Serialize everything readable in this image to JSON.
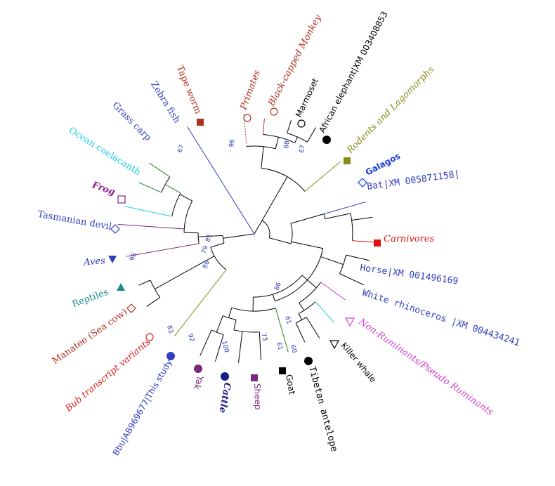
{
  "tree": {
    "taxa": [
      {
        "label": "Primates",
        "color": "#b03020",
        "marker": "circle-open",
        "style": "it"
      },
      {
        "label": "Black-capped Monkey",
        "color": "#b03020",
        "marker": "circle-open",
        "style": "it"
      },
      {
        "label": "Marmoset",
        "color": "#000000",
        "marker": "circle-open",
        "style": "sans"
      },
      {
        "label": "African elephant|XM 003408853",
        "color": "#000000",
        "marker": "circle-filled",
        "style": "sans"
      },
      {
        "label": "Rodents and Lagomorphs",
        "color": "#8a8a1a",
        "marker": "square-filled",
        "style": "it"
      },
      {
        "label": "Galagos",
        "color": "#1a3ae0",
        "marker": "diamond-open",
        "style": "sansb"
      },
      {
        "label": "Bat|XM 005871158|",
        "color": "#2f3fbf",
        "marker": "none",
        "style": "mono"
      },
      {
        "label": "Carnivores",
        "color": "#e01010",
        "marker": "square-filled",
        "style": "it"
      },
      {
        "label": "Horse|XM 001496169",
        "color": "#2f3fbf",
        "marker": "none",
        "style": "mono"
      },
      {
        "label": "White rhinoceros |XM 004434241",
        "color": "#2f3fbf",
        "marker": "none",
        "style": "mono"
      },
      {
        "label": "Non-Ruminants/Pseudo Ruminants",
        "color": "#d040d0",
        "marker": "triangle-open",
        "style": "it"
      },
      {
        "label": "Killer whale",
        "color": "#000000",
        "marker": "triangle-open",
        "style": "sans"
      },
      {
        "label": "Tibetan antelope",
        "color": "#000000",
        "marker": "circle-filled",
        "style": "mono"
      },
      {
        "label": "Goat",
        "color": "#000000",
        "marker": "square-filled",
        "style": "sans"
      },
      {
        "label": "Sheep",
        "color": "#7a2a7a",
        "marker": "square-filled",
        "style": "sans"
      },
      {
        "label": "Cattle",
        "color": "#1a1a8a",
        "marker": "circle-filled",
        "style": "bold"
      },
      {
        "label": "Yak",
        "color": "#7a2a7a",
        "marker": "circle-filled",
        "style": "sans"
      },
      {
        "label": "Bbu|AB969677|This study",
        "color": "#2f3fbf",
        "marker": "circle-filled",
        "style": "sans"
      },
      {
        "label": "Bub transcript variants",
        "color": "#e02020",
        "marker": "circle-open",
        "style": "it"
      },
      {
        "label": "Manatee (Sea cow)",
        "color": "#b03020",
        "marker": "diamond-open",
        "style": "serif"
      },
      {
        "label": "Reptiles",
        "color": "#1a8a8a",
        "marker": "triangle-filled",
        "style": "serif"
      },
      {
        "label": "Aves",
        "color": "#2f3fbf",
        "marker": "triangle-down-filled",
        "style": "it"
      },
      {
        "label": "Tasmanian devil",
        "color": "#2f3fbf",
        "marker": "diamond-open",
        "style": "serif"
      },
      {
        "label": "Frog",
        "color": "#8a1a8a",
        "marker": "square-open",
        "style": "bold"
      },
      {
        "label": "Ocean coelacanth",
        "color": "#20d0e0",
        "marker": "none",
        "style": "serif"
      },
      {
        "label": "Grass carp",
        "color": "#2f3fbf",
        "marker": "none",
        "style": "serif"
      },
      {
        "label": "Zebra fish",
        "color": "#2f3fbf",
        "marker": "none",
        "style": "serif"
      },
      {
        "label": "Tape worm",
        "color": "#b03020",
        "marker": "square-filled",
        "style": "serif"
      }
    ],
    "bootstrap": [
      "96",
      "88",
      "67",
      "67",
      "81",
      "79",
      "86",
      "96",
      "86",
      "83",
      "92",
      "100",
      "73",
      "61",
      "60",
      "61"
    ]
  }
}
